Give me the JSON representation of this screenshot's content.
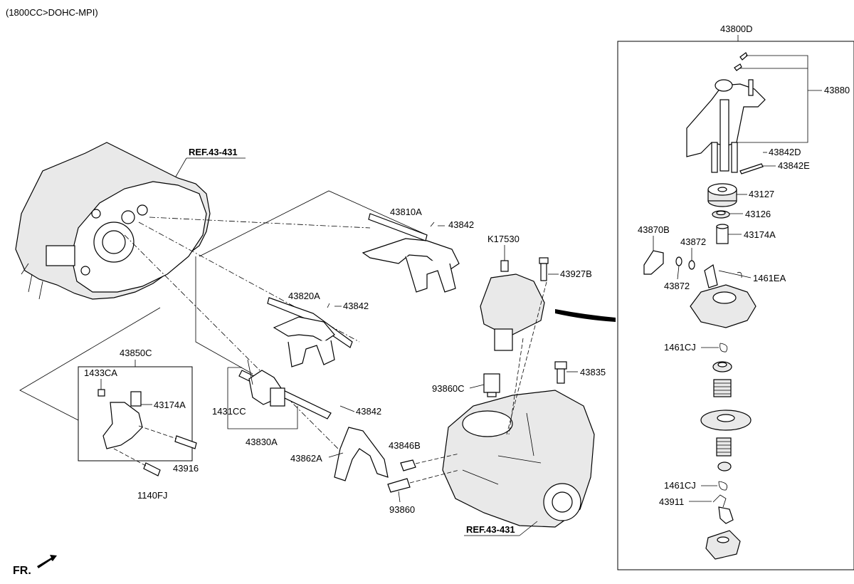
{
  "header": {
    "engine_note": "(1800CC>DOHC-MPI)"
  },
  "references": {
    "ref_top": "REF.43-431",
    "ref_bottom": "REF.43-431"
  },
  "orientation": {
    "front_label": "FR."
  },
  "assembly_box": {
    "label": "43800D"
  },
  "labels": {
    "p43880": "43880",
    "p43842D": "43842D",
    "p43842E": "43842E",
    "p43127": "43127",
    "p43126": "43126",
    "p43870B": "43870B",
    "p43872a": "43872",
    "p43872b": "43872",
    "p43174A_box": "43174A",
    "p1461EA": "1461EA",
    "p1461CJ_a": "1461CJ",
    "p1461CJ_b": "1461CJ",
    "p43911": "43911",
    "p43810A": "43810A",
    "p43842_a": "43842",
    "p43820A": "43820A",
    "p43842_b": "43842",
    "p43842_c": "43842",
    "pK17530": "K17530",
    "p43927B": "43927B",
    "p43835": "43835",
    "p93860C": "93860C",
    "p43846B": "43846B",
    "p93860": "93860",
    "p43862A": "43862A",
    "p43830A": "43830A",
    "p1431CC": "1431CC",
    "p43850C": "43850C",
    "p1433CA": "1433CA",
    "p43174A_left": "43174A",
    "p43916": "43916",
    "p1140FJ": "1140FJ"
  }
}
